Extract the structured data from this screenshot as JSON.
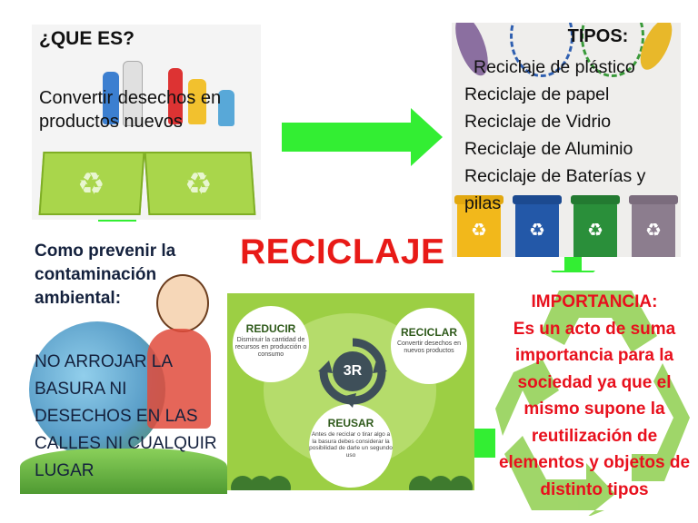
{
  "title": "RECICLAJE",
  "que_es": {
    "title": "¿QUE ES?",
    "body": "Convertir desechos en productos nuevos"
  },
  "tipos": {
    "title": "TIPOS:",
    "items": [
      "Reciclaje de plástico",
      "Reciclaje de papel",
      "Reciclaje de Vidrio",
      "Reciclaje de Aluminio",
      "Reciclaje de Baterías y pilas"
    ]
  },
  "importancia": {
    "title": "IMPORTANCIA:",
    "body": "Es un acto de suma importancia para la sociedad ya que el mismo supone la reutilización de elementos y objetos de distinto tipos"
  },
  "prevenir": {
    "title": "Como prevenir la contaminación ambiental:",
    "body": "NO ARROJAR LA BASURA NI DESECHOS EN LAS CALLES NI CUALQUIR LUGAR"
  },
  "tres_r": {
    "center": "3R",
    "reducir": {
      "title": "REDUCIR",
      "text": "Disminuir la cantidad de recursos en producción o consumo"
    },
    "reciclar": {
      "title": "RECICLAR",
      "text": "Convertir desechos en nuevos productos"
    },
    "reusar": {
      "title": "REUSAR",
      "text": "Antes de reciclar o tirar algo a la basura debes considerar la posibilidad de darle un segundo uso"
    }
  },
  "colors": {
    "arrow": "#33ee33",
    "title_red": "#e81a17",
    "importance_red": "#e8101d",
    "panel_green": "#9ccf44"
  },
  "icons": [
    "recycle-icon",
    "arrow-right-icon",
    "arrow-left-icon",
    "arrow-up-icon",
    "arrow-down-icon"
  ]
}
